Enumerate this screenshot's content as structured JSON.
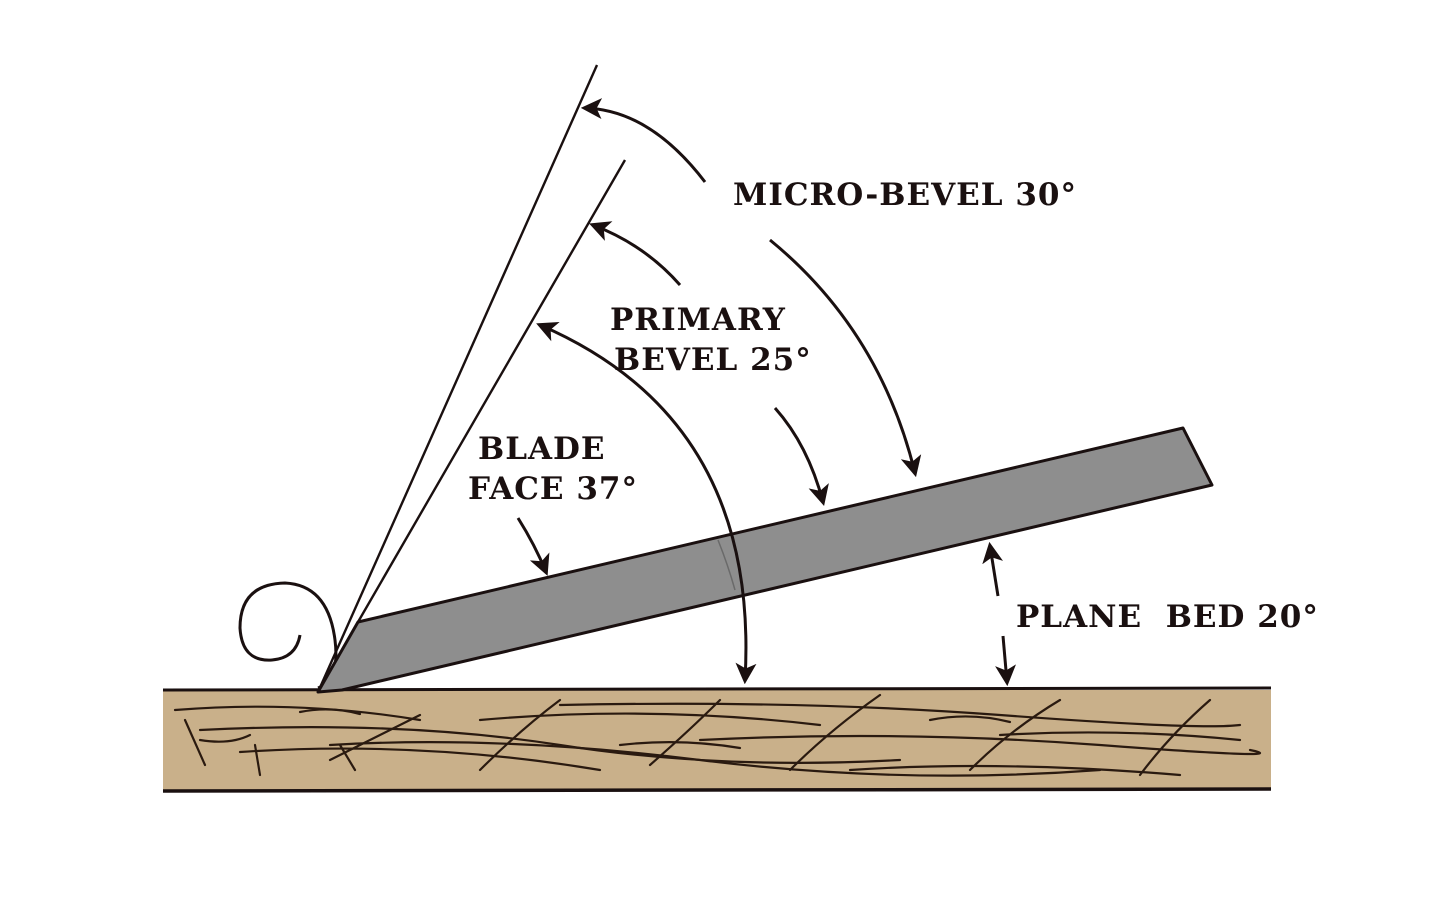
{
  "labels": {
    "micro_bevel": "MICRO-BEVEL 30°",
    "primary_line1": "PRIMARY",
    "primary_line2": "BEVEL 25°",
    "blade_line1": "BLADE",
    "blade_line2": "FACE 37°",
    "plane_bed": "PLANE  BED 20°"
  },
  "colors": {
    "ink": "#1a1010",
    "blade_fill": "#8e8e8e",
    "wood_fill": "#c9b08a",
    "wood_grain": "#2a1a10"
  }
}
